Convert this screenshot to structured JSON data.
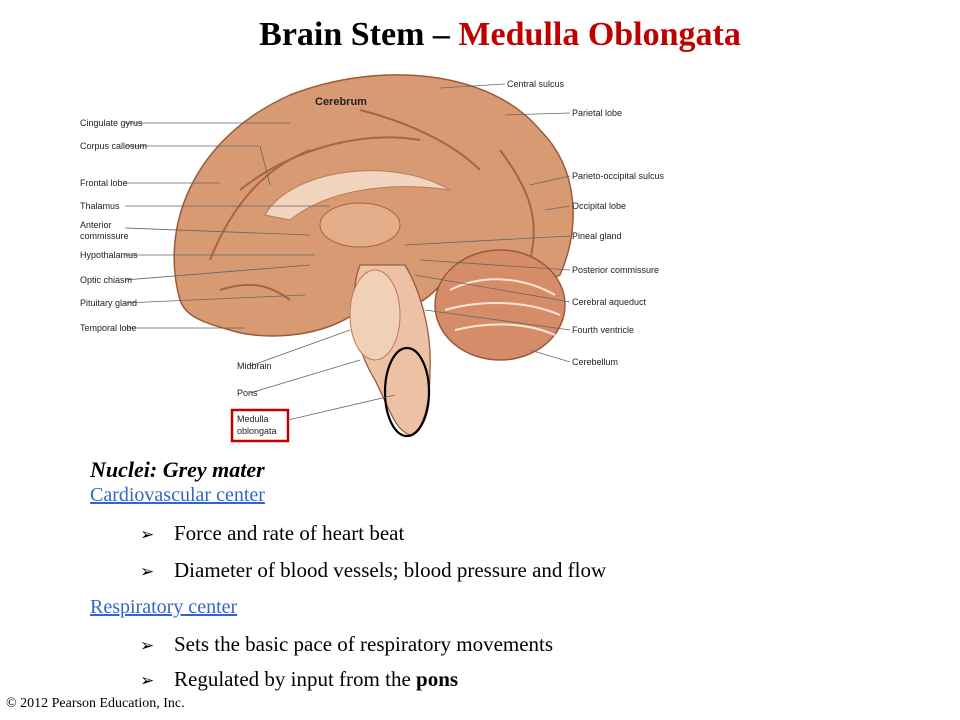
{
  "title": {
    "main": "Brain Stem – ",
    "accent": "Medulla Oblongata"
  },
  "diagram": {
    "top_label": "Cerebrum",
    "left_labels": [
      "Cingulate gyrus",
      "Corpus callosum",
      "Frontal lobe",
      "Thalamus",
      "Anterior",
      "commissure",
      "Hypothalamus",
      "Optic chiasm",
      "Pituitary gland",
      "Temporal lobe",
      "Midbrain",
      "Pons",
      "Medulla",
      "oblongata"
    ],
    "right_labels": [
      "Central sulcus",
      "Parietal lobe",
      "Parieto-occipital sulcus",
      "Occipital lobe",
      "Pineal gland",
      "Posterior commissure",
      "Cerebral aqueduct",
      "Fourth ventricle",
      "Cerebellum"
    ]
  },
  "content": {
    "heading": "Nuclei: Grey mater",
    "section1": {
      "link": "Cardiovascular center",
      "bullets": [
        "Force and rate of heart beat",
        "Diameter of blood vessels; blood pressure and flow"
      ]
    },
    "section2": {
      "link": "Respiratory center",
      "bullet1": "Sets the basic pace of respiratory movements",
      "bullet2_text": "Regulated by input from the ",
      "bullet2_bold": "pons"
    }
  },
  "colors": {
    "accent": "#c00000",
    "link": "#3366cc",
    "highlight_box": "#c00000"
  },
  "icons": {
    "bullet": "arrow-bullet-icon"
  },
  "footer": {
    "copyright": "© 2012 Pearson Education, Inc."
  }
}
